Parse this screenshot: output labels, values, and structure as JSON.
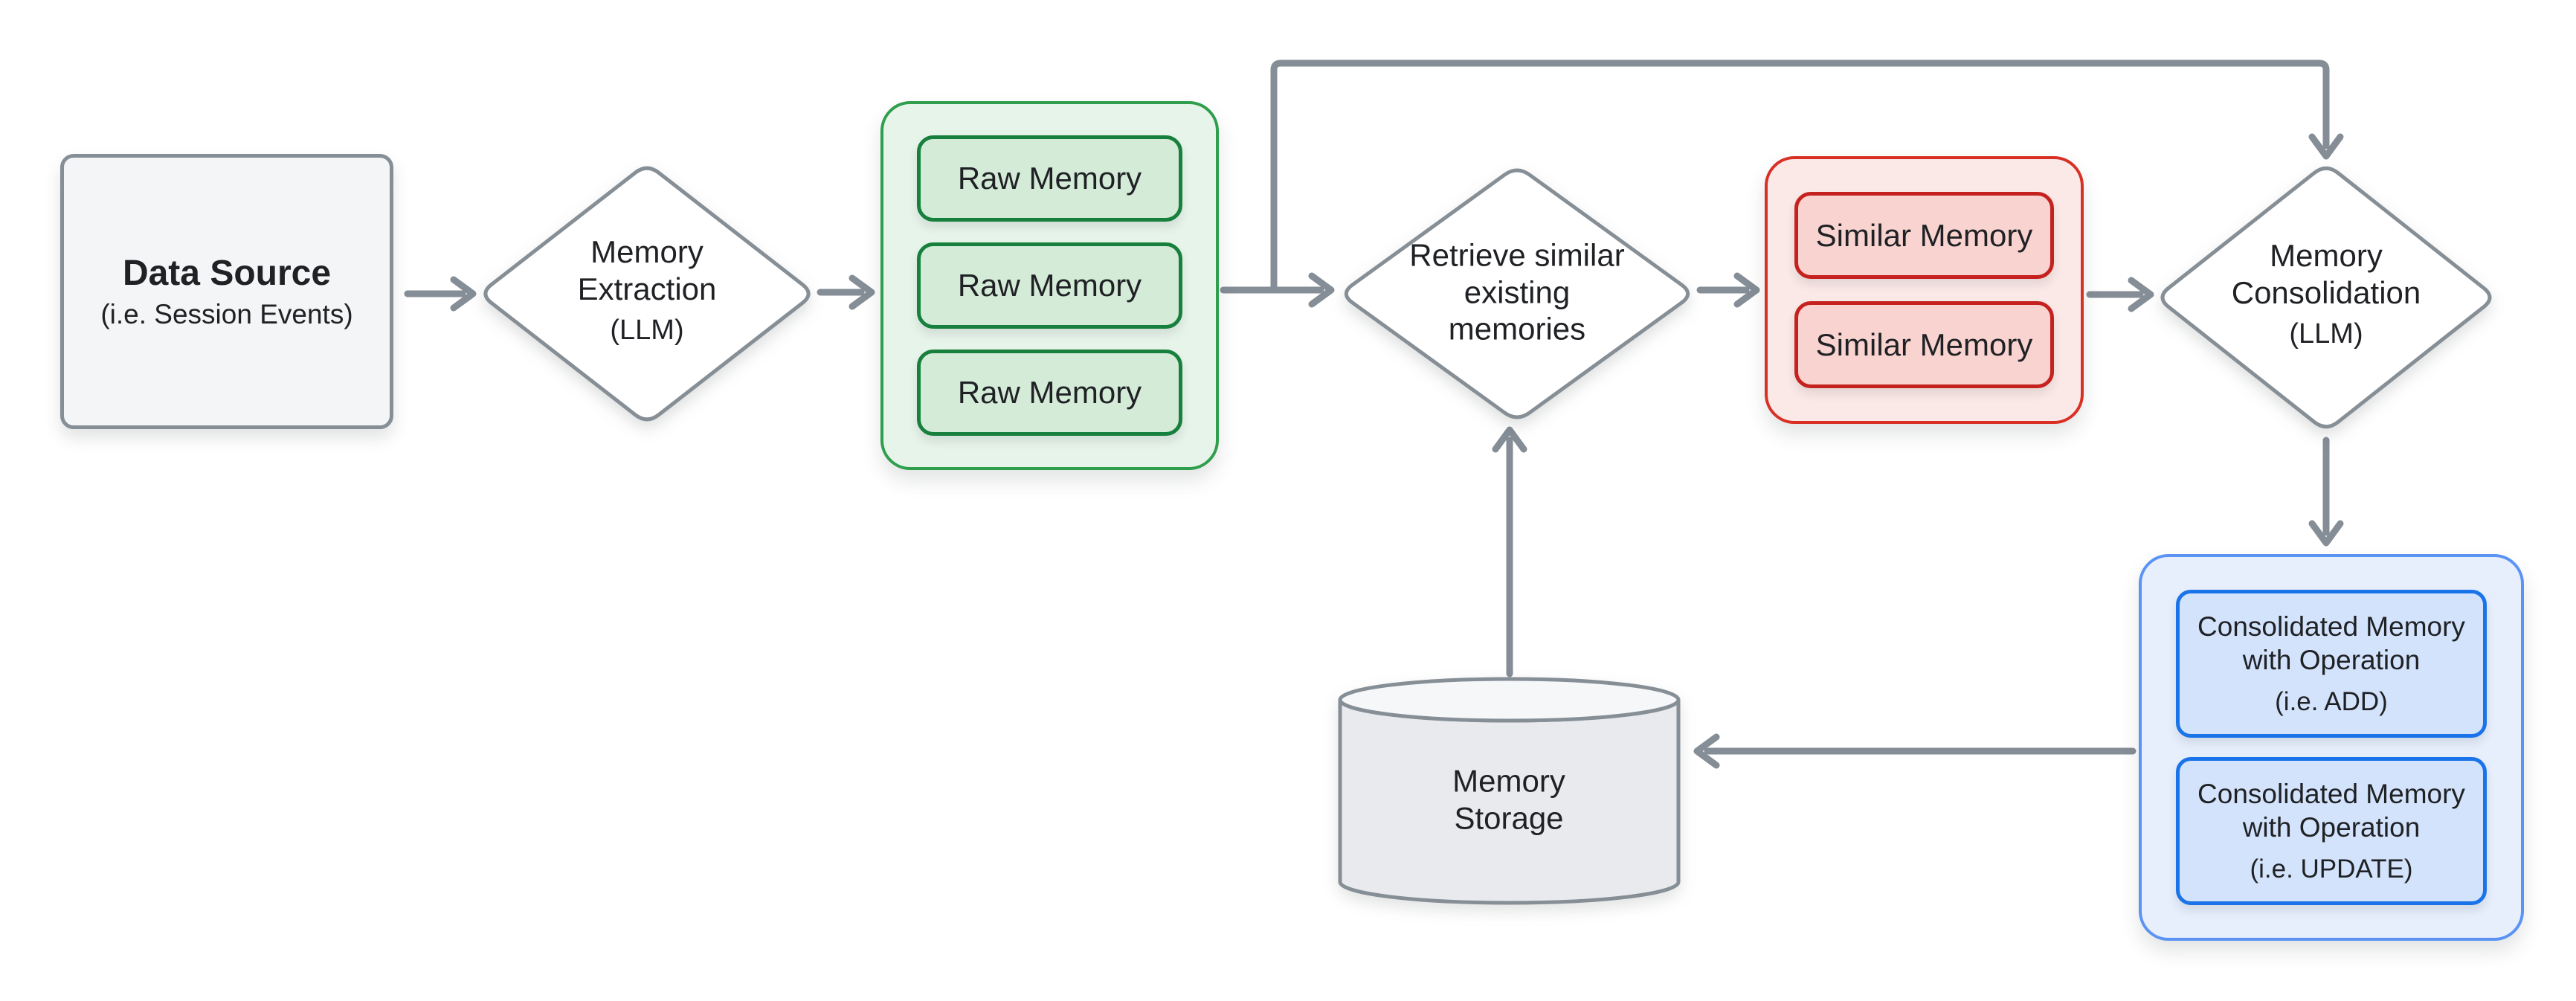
{
  "nodes": {
    "data_source": {
      "title": "Data Source",
      "subtitle": "(i.e. Session Events)"
    },
    "memory_extraction": {
      "label": "Memory\nExtraction",
      "sublabel": "(LLM)"
    },
    "raw_memories": [
      "Raw Memory",
      "Raw Memory",
      "Raw Memory"
    ],
    "retrieve": {
      "label": "Retrieve similar\nexisting\nmemories"
    },
    "similar_memories": [
      "Similar Memory",
      "Similar Memory"
    ],
    "memory_consolidation": {
      "label": "Memory\nConsolidation",
      "sublabel": "(LLM)"
    },
    "consolidated_outputs": [
      {
        "title": "Consolidated Memory\nwith Operation",
        "sublabel": "(i.e. ADD)"
      },
      {
        "title": "Consolidated Memory\nwith Operation",
        "sublabel": "(i.e. UPDATE)"
      }
    ],
    "memory_storage": {
      "label": "Memory\nStorage"
    }
  },
  "colors": {
    "arrow": "#858d96",
    "node_border": "#868e96",
    "node_fill": "#f4f5f7",
    "green_container_fill": "#e7f4ea",
    "green_container_border": "#2f9e4d",
    "green_box_fill": "#d4ebd8",
    "green_box_border": "#16803c",
    "red_container_fill": "#fbe9e7",
    "red_container_border": "#d93025",
    "red_box_fill": "#f9d3d0",
    "red_box_border": "#c5221f",
    "blue_container_fill": "#e7effd",
    "blue_container_border": "#5b93f5",
    "blue_box_fill": "#d3e3fc",
    "blue_box_border": "#1a73e8",
    "cylinder_fill": "#e8eaed",
    "text": "#1f2124"
  }
}
